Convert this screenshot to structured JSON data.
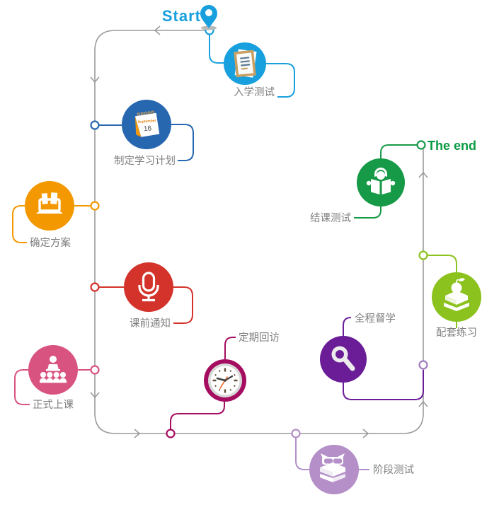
{
  "diagram": {
    "start_label": "Start",
    "end_label": "The end",
    "start_color": "#18a0de",
    "end_color": "#0a9a44",
    "line_color": "#9b9b9b",
    "label_color": "#7f7f7f",
    "calendar": {
      "month": "September",
      "day": "16"
    },
    "steps": [
      {
        "id": "entrance-test",
        "label": "入学测试",
        "color": "#18a0de",
        "icon": "clipboard-icon"
      },
      {
        "id": "study-plan",
        "label": "制定学习计划",
        "color": "#2767b0",
        "icon": "calendar-icon"
      },
      {
        "id": "confirm-plan",
        "label": "确定方案",
        "color": "#f39800",
        "icon": "laptop-books-icon"
      },
      {
        "id": "class-notice",
        "label": "课前通知",
        "color": "#d3332b",
        "icon": "microphone-icon"
      },
      {
        "id": "formal-class",
        "label": "正式上课",
        "color": "#d8537f",
        "icon": "classroom-icon"
      },
      {
        "id": "regular-followup",
        "label": "定期回访",
        "color": "#a50d60",
        "icon": "clock-icon"
      },
      {
        "id": "stage-test",
        "label": "阶段测试",
        "color": "#b48fc8",
        "icon": "owl-books-icon"
      },
      {
        "id": "full-supervision",
        "label": "全程督学",
        "color": "#6a1d96",
        "icon": "magnifier-icon"
      },
      {
        "id": "companion-exercise",
        "label": "配套练习",
        "color": "#8cc21e",
        "icon": "books-apple-icon"
      },
      {
        "id": "final-test",
        "label": "结课测试",
        "color": "#169a47",
        "icon": "reading-icon"
      }
    ]
  }
}
